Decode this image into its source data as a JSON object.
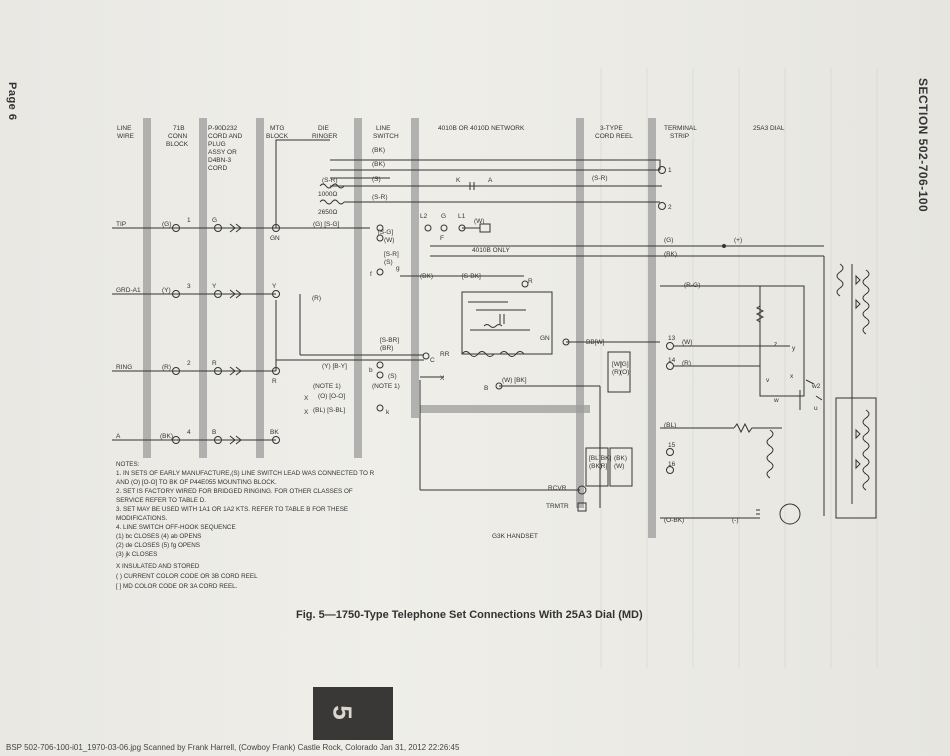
{
  "page": {
    "left_label": "Page 6",
    "right_label": "SECTION 502-706-100",
    "tab_number": "5",
    "footer": "BSP 502-706-100-i01_1970-03-06.jpg   Scanned by Frank Harrell, (Cowboy Frank) Castle Rock, Colorado  Jan 31, 2012 22:26:45"
  },
  "headers": {
    "line_wire": [
      "LINE",
      "WIRE"
    ],
    "conn_block": [
      "71B",
      "CONN",
      "BLOCK"
    ],
    "plug": [
      "P-90D232",
      "CORD AND",
      "PLUG",
      "ASSY OR",
      "D4BN-3",
      "CORD"
    ],
    "mtg_block": [
      "MTG",
      "BLOCK"
    ],
    "die_ringer": [
      "DIE",
      "RINGER"
    ],
    "line_switch": [
      "LINE",
      "SWITCH"
    ],
    "network": "4010B OR 4010D NETWORK",
    "cord_reel": [
      "3-TYPE",
      "CORD REEL"
    ],
    "terminal_strip": [
      "TERMINAL",
      "STRIP"
    ],
    "dial": "25A3 DIAL"
  },
  "rows": {
    "tip": "TIP",
    "grd": "GRD-A1",
    "ring": "RING",
    "a": "A"
  },
  "labels": {
    "bk1": "(BK)",
    "bk2": "(BK)",
    "s1": "(S)",
    "sr1": "(S-R)",
    "ohm1": "1000Ω",
    "sr2": "(S-R)",
    "ohm2": "2650Ω",
    "g_sg": "(G) [S-G]",
    "g1": "(G)",
    "n1": "1",
    "g_letter": "G",
    "gn": "GN",
    "y1": "(Y)",
    "n3": "3",
    "y_letter1": "Y",
    "y_letter2": "Y",
    "r_paren": "(R)",
    "r1": "(R)",
    "n2": "2",
    "r_letter1": "R",
    "r_letter2": "R",
    "bk3": "(BK)",
    "n4": "4",
    "b_letter": "B",
    "bk_letter": "BK",
    "sg": "[S-G]",
    "w1": "(W)",
    "s_sr": "[S-R]",
    "s2": "(S)",
    "f": "f",
    "g_small": "g",
    "bk4": "(BK)",
    "sbk": "[S-BK]",
    "k": "K",
    "a_small": "A",
    "sr3": "(S-R)",
    "l2": "L2",
    "g_L": "G",
    "l1": "L1",
    "w2": "(W)",
    "f2": "F",
    "only": "4010B ONLY",
    "r_net": "R",
    "gn2": "GN",
    "c": "C",
    "rr": "RR",
    "sbr": "[S-BR]",
    "br": "(BR)",
    "yb": "(Y) [B-Y]",
    "b_small": "b",
    "s3": "(S)",
    "note1a": "(NOTE 1)",
    "note1b": "(NOTE 1)",
    "oo": "(O) [O-O]",
    "blsbl": "(BL) [S-BL]",
    "k_small": "k",
    "x1": "X",
    "x2": "X",
    "b_net": "B",
    "wbk": "(W) [BK]",
    "x3": "X",
    "bw": "BB[W]",
    "t1": "1",
    "t2": "2",
    "g2": "(G)",
    "plus": "(+)",
    "bk5": "(BK)",
    "rg": "(R-G)",
    "t13": "13",
    "w3": "(W)",
    "t14": "14",
    "r2": "(R)",
    "bl": "(BL)",
    "t15": "15",
    "t16": "16",
    "obk": "(O-BK)",
    "minus": "(-)",
    "rcvr": "RCVR",
    "trmtr": "TRMTR",
    "handset": "G3K HANDSET",
    "z": "z",
    "y_small": "y",
    "v": "v",
    "x_small": "x",
    "w_small": "w",
    "w2_small": "w2",
    "u": "u",
    "cr_w": "[W]",
    "cr_r": "(R)",
    "cr_g": "[G]",
    "cr_o": "(O)",
    "cr_bl": "[BL]",
    "cr_bk": "(BK)",
    "cr_bk2": "[BK]",
    "cr_r2": "[R]",
    "cr_bk3": "(BK)",
    "cr_w2": "(W)"
  },
  "notes": [
    "NOTES:",
    "1. IN SETS OF EARLY MANUFACTURE,(S) LINE SWITCH LEAD WAS CONNECTED TO R",
    "   AND (O) [O-O] TO BK OF P44E055 MOUNTING BLOCK.",
    "2. SET IS FACTORY WIRED FOR BRIDGED RINGING. FOR OTHER CLASSES OF",
    "   SERVICE REFER TO TABLE D.",
    "3. SET MAY BE USED WITH 1A1 OR 1A2 KTS.  REFER TO TABLE B FOR THESE",
    "   MODIFICATIONS.",
    "4. LINE SWITCH OFF-HOOK SEQUENCE",
    "   (1) bc CLOSES      (4) ab OPENS",
    "   (2) de CLOSES      (5) fg OPENS",
    "   (3) jk CLOSES",
    "X INSULATED AND STORED",
    "( ) CURRENT COLOR CODE OR 3B CORD REEL",
    "[ ] MD COLOR CODE OR 3A CORD REEL."
  ],
  "caption": "Fig. 5—1750-Type Telephone Set Connections With 25A3 Dial (MD)"
}
